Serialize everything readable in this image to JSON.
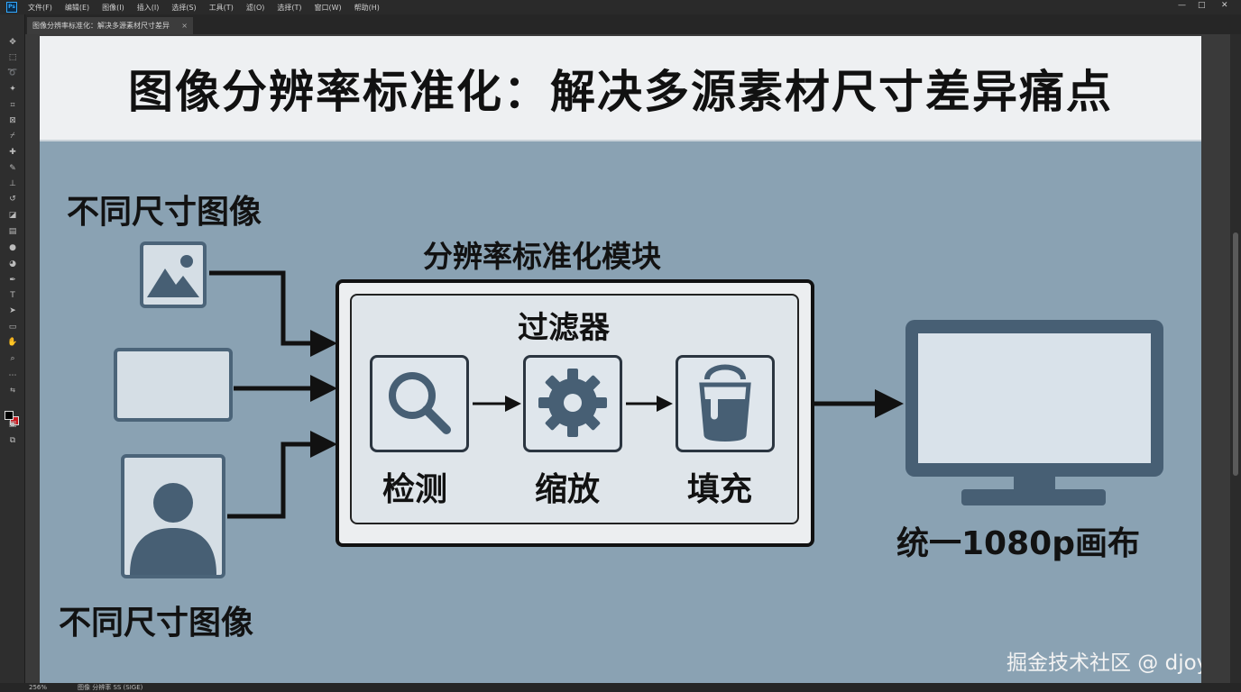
{
  "app": {
    "logo_text": "Ps",
    "menus": [
      "文件(F)",
      "编辑(E)",
      "图像(I)",
      "插入(I)",
      "选择(S)",
      "工具(T)",
      "滤(O)",
      "选择(T)",
      "窗口(W)",
      "帮助(H)"
    ],
    "window_controls": {
      "minimize": "—",
      "maximize": "□",
      "close": "✕"
    }
  },
  "tab": {
    "title": "图像分辨率标准化：解决多源素材尺寸差异",
    "close": "×"
  },
  "status": {
    "zoom": "256%",
    "doc_info": "图像 分辨率 SS (SIGE)"
  },
  "tools": [
    "move-tool",
    "marquee-tool",
    "lasso-tool",
    "magic-wand-tool",
    "crop-tool",
    "frame-tool",
    "eyedropper-tool",
    "healing-tool",
    "brush-tool",
    "stamp-tool",
    "history-brush-tool",
    "eraser-tool",
    "gradient-tool",
    "blur-tool",
    "dodge-tool",
    "pen-tool",
    "type-tool",
    "path-select-tool",
    "shape-tool",
    "hand-tool",
    "zoom-tool",
    "more-tools"
  ],
  "colors": {
    "foreground": "#000000",
    "background": "#c8161d",
    "artboard_bg": "#8aa2b3",
    "accent_dark": "#475f74"
  },
  "slide": {
    "title": "图像分辨率标准化：解决多源素材尺寸差异痛点",
    "input_label_top": "不同尺寸图像",
    "input_label_bottom": "不同尺寸图像",
    "module_title": "分辨率标准化模块",
    "filter_title": "过滤器",
    "steps": [
      {
        "label": "检测",
        "icon": "magnifier-icon"
      },
      {
        "label": "缩放",
        "icon": "gear-icon"
      },
      {
        "label": "填充",
        "icon": "paint-bucket-icon"
      }
    ],
    "output_label": "统一1080p画布",
    "watermark": "掘金技术社区 @ djoy"
  }
}
